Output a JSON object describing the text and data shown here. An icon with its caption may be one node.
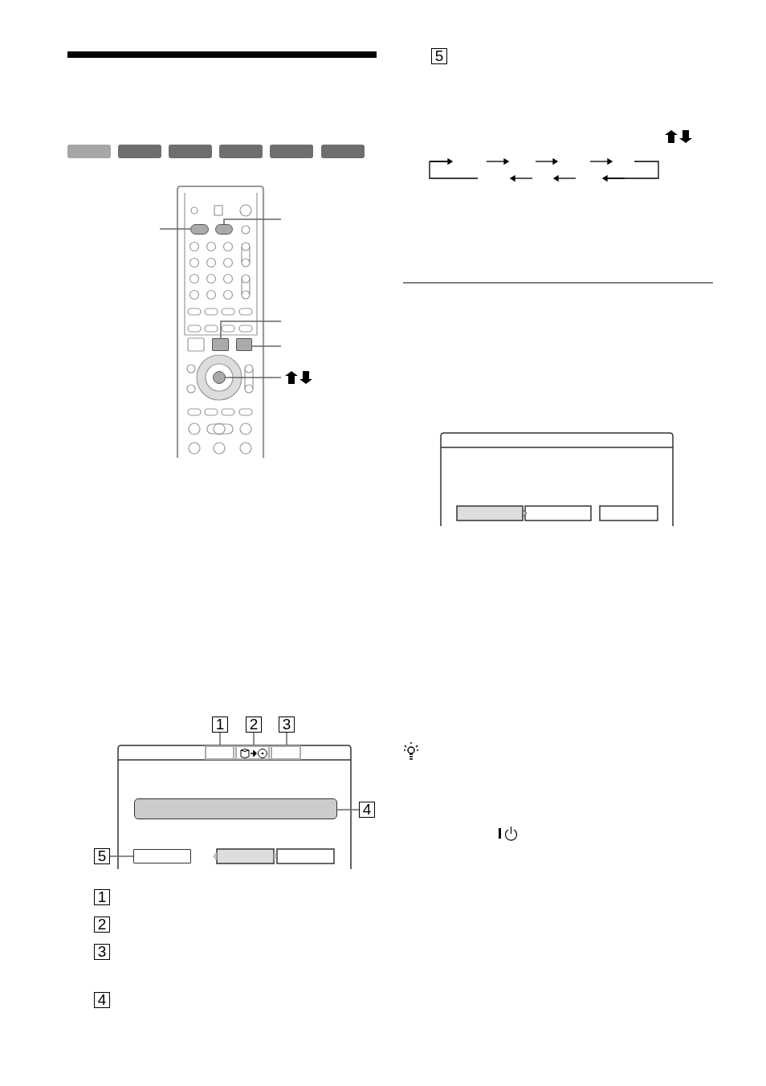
{
  "diagram": {
    "nodes": [
      {
        "text": [
          "1"
        ]
      },
      {
        "text": [
          "2"
        ]
      },
      {
        "text": [
          "3"
        ]
      },
      {
        "text": [
          "4"
        ]
      },
      {
        "text": [
          "5"
        ]
      },
      {
        "text": [],
        "shape": "box"
      },
      {
        "text": [],
        "shape": "box"
      },
      {
        "text": [],
        "shape": "box"
      },
      {
        "text": [],
        "shape": "bar"
      },
      {
        "text": [],
        "shape": "box"
      },
      {
        "text": [],
        "shape": "oval"
      },
      {
        "text": [],
        "shape": "oval"
      },
      {
        "text": [],
        "shape": "box"
      },
      {
        "text": [],
        "shape": "box"
      },
      {
        "text": [],
        "shape": "circle"
      },
      {
        "text": [
          "1"
        ]
      },
      {
        "text": [
          "2"
        ]
      },
      {
        "text": [
          "3"
        ]
      },
      {
        "text": [
          "4"
        ]
      },
      {
        "text": [
          "5"
        ]
      }
    ],
    "edges": [
      {
        "from": 0,
        "to": 5,
        "arrow": "none"
      },
      {
        "from": 1,
        "to": 6,
        "arrow": "none"
      },
      {
        "from": 2,
        "to": 7,
        "arrow": "none"
      },
      {
        "from": 3,
        "to": 8,
        "arrow": "none"
      },
      {
        "from": 4,
        "to": 9,
        "arrow": "none"
      },
      {
        "from": null,
        "to": 10,
        "arrow": "none"
      },
      {
        "from": null,
        "to": 11,
        "arrow": "none"
      },
      {
        "from": null,
        "to": 12,
        "arrow": "none"
      },
      {
        "from": null,
        "to": 13,
        "arrow": "none"
      },
      {
        "from": null,
        "to": 14,
        "arrow": "none"
      }
    ]
  }
}
